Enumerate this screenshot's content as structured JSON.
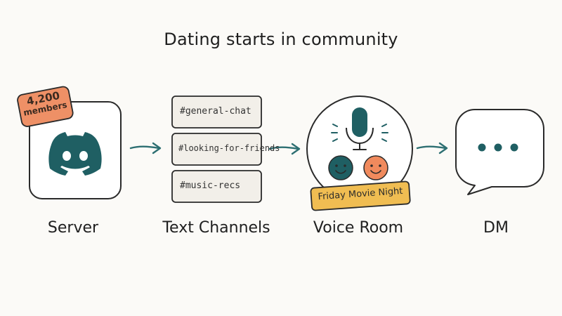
{
  "title": "Dating starts in community",
  "stages": {
    "server": {
      "label": "Server",
      "badge_count": "4,200",
      "badge_unit": "members",
      "icon": "discord-logo-icon"
    },
    "text_channels": {
      "label": "Text Channels",
      "channels": [
        "#general-chat",
        "#looking-for-friends",
        "#music-recs"
      ]
    },
    "voice_room": {
      "label": "Voice Room",
      "event": "Friday Movie Night",
      "icon": "microphone-icon"
    },
    "dm": {
      "label": "DM",
      "icon": "speech-bubble-icon"
    }
  },
  "colors": {
    "teal": "#1f5f63",
    "badge_orange": "#ee9066",
    "event_yellow": "#f0bd52",
    "face_orange": "#f08a5d",
    "channel_fill": "#f2efe9",
    "arrow": "#2d6f72"
  }
}
